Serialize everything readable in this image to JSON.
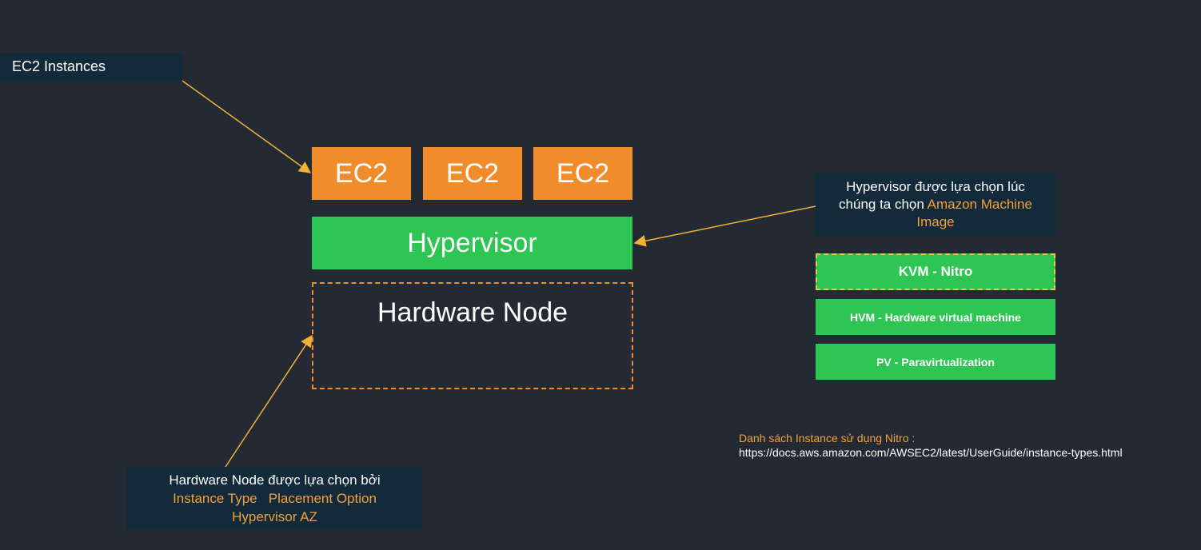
{
  "ec2_callout": {
    "label": "EC2 Instances"
  },
  "ec2_boxes": [
    "EC2",
    "EC2",
    "EC2"
  ],
  "hypervisor": {
    "label": "Hypervisor"
  },
  "hardware_node": {
    "label": "Hardware Node"
  },
  "hypervisor_callout": {
    "line1": "Hypervisor được lựa chọn lúc",
    "line2_prefix": "chúng ta chọn ",
    "line2_highlight": "Amazon Machine",
    "line3_highlight": "Image"
  },
  "hypervisor_types": [
    "KVM - Nitro",
    "HVM - Hardware virtual machine",
    "PV - Paravirtualization"
  ],
  "hardware_callout": {
    "line1": "Hardware Node được lựa chọn bởi",
    "item1": "Instance Type",
    "item2": "Placement Option",
    "item3": "Hypervisor",
    "item4": "AZ"
  },
  "nitro_list": {
    "title": "Danh sách Instance sử dụng Nitro :",
    "url": "https://docs.aws.amazon.com/AWSEC2/latest/UserGuide/instance-types.html"
  },
  "colors": {
    "background": "#232a33",
    "callout": "#132a3a",
    "ec2": "#f08c2c",
    "hypervisor": "#2dc652",
    "highlight_text": "#f3a13a",
    "arrow": "#f0b233"
  }
}
